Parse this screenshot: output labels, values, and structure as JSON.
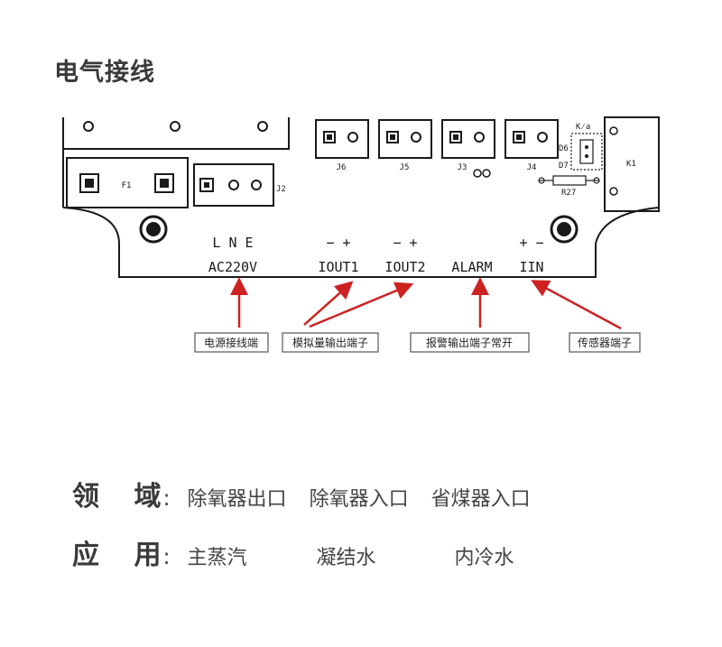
{
  "title": "电气接线",
  "board": {
    "components": {
      "f1": "F1",
      "j2": "J2",
      "j6": "J6",
      "j5": "J5",
      "j3": "J3",
      "j4": "J4",
      "k1": "K1",
      "d6": "D6",
      "d7": "D7",
      "r27": "R27",
      "k_mark": "K⁄a"
    },
    "power_pins": "L N E",
    "power_label": "AC220V",
    "iout1_pins": "− +",
    "iout1_label": "IOUT1",
    "iout2_pins": "− +",
    "iout2_label": "IOUT2",
    "alarm_label": "ALARM",
    "iin_pins": "+ −",
    "iin_label": "IIN"
  },
  "callouts": {
    "power": "电源接线端",
    "analog": "模拟量输出端子",
    "alarm": "报警输出端子常开",
    "sensor": "传感器端子"
  },
  "colors": {
    "arrow": "#cc2222",
    "board_line": "#1a1a1a"
  },
  "field": {
    "label": "领 域",
    "colon": ":",
    "values": [
      "除氧器出口",
      "除氧器入口",
      "省煤器入口"
    ]
  },
  "application": {
    "label": "应 用",
    "colon": ":",
    "values": [
      "主蒸汽",
      "凝结水",
      "内冷水"
    ]
  }
}
